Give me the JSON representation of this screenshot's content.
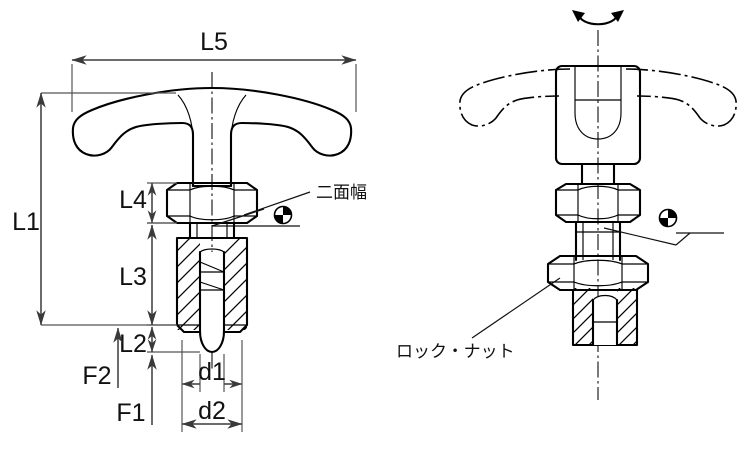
{
  "drawing": {
    "title": "T-handle indexing plunger technical drawing",
    "background_color": "#ffffff",
    "line_color": "#000000",
    "views": [
      {
        "name": "front-section-view",
        "position": "left"
      },
      {
        "name": "side-view",
        "position": "right"
      }
    ]
  },
  "dimensions": {
    "l5": "L5",
    "l1": "L1",
    "l4": "L4",
    "l3": "L3",
    "l2": "L2",
    "f2": "F2",
    "f1": "F1",
    "d1": "d1",
    "d2": "d2"
  },
  "annotations": {
    "across_flats": "二面幅",
    "lock_nut": "ロック・ナット"
  },
  "symbols": {
    "surface_treatment": "quartered-circle-symbol",
    "rotation": "rotation-arrow-symbol",
    "centerline": "centerline-symbol"
  }
}
